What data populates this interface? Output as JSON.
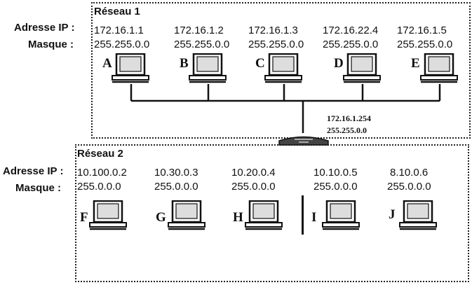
{
  "network1": {
    "title": "Réseau 1",
    "ip_label": "Adresse IP :",
    "mask_label": "Masque :",
    "hosts": [
      {
        "letter": "A",
        "ip": "172.16.1.1",
        "mask": "255.255.0.0"
      },
      {
        "letter": "B",
        "ip": "172.16.1.2",
        "mask": "255.255.0.0"
      },
      {
        "letter": "C",
        "ip": "172.16.1.3",
        "mask": "255.255.0.0"
      },
      {
        "letter": "D",
        "ip": "172.16.22.4",
        "mask": "255.255.0.0"
      },
      {
        "letter": "E",
        "ip": "172.16.1.5",
        "mask": "255.255.0.0"
      }
    ]
  },
  "router": {
    "ip": "172.16.1.254",
    "mask": "255.255.0.0"
  },
  "network2": {
    "title": "Réseau 2",
    "ip_label": "Adresse IP :",
    "mask_label": "Masque :",
    "hosts": [
      {
        "letter": "F",
        "ip": "10.100.0.2",
        "mask": "255.0.0.0"
      },
      {
        "letter": "G",
        "ip": "10.30.0.3",
        "mask": "255.0.0.0"
      },
      {
        "letter": "H",
        "ip": "10.20.0.4",
        "mask": "255.0.0.0"
      },
      {
        "letter": "I",
        "ip": "10.10.0.5",
        "mask": "255.0.0.0"
      },
      {
        "letter": "J",
        "ip": "8.10.0.6",
        "mask": "255.0.0.0"
      }
    ]
  }
}
